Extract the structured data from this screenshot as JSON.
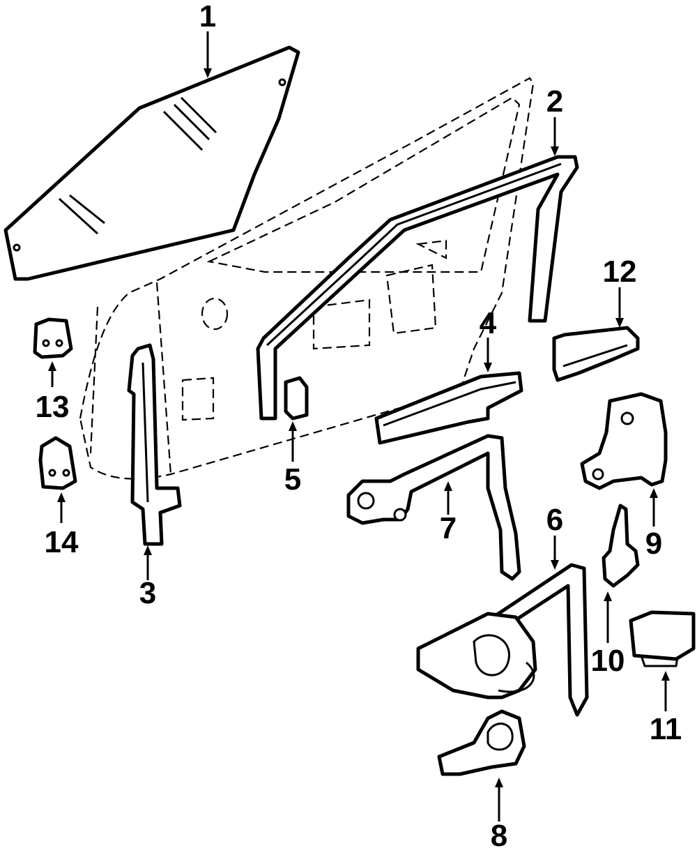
{
  "callouts": [
    {
      "id": "1"
    },
    {
      "id": "2"
    },
    {
      "id": "3"
    },
    {
      "id": "4"
    },
    {
      "id": "5"
    },
    {
      "id": "6"
    },
    {
      "id": "7"
    },
    {
      "id": "8"
    },
    {
      "id": "9"
    },
    {
      "id": "10"
    },
    {
      "id": "11"
    },
    {
      "id": "12"
    },
    {
      "id": "13"
    },
    {
      "id": "14"
    }
  ],
  "colors": {
    "line": "#000000",
    "background": "#ffffff"
  }
}
